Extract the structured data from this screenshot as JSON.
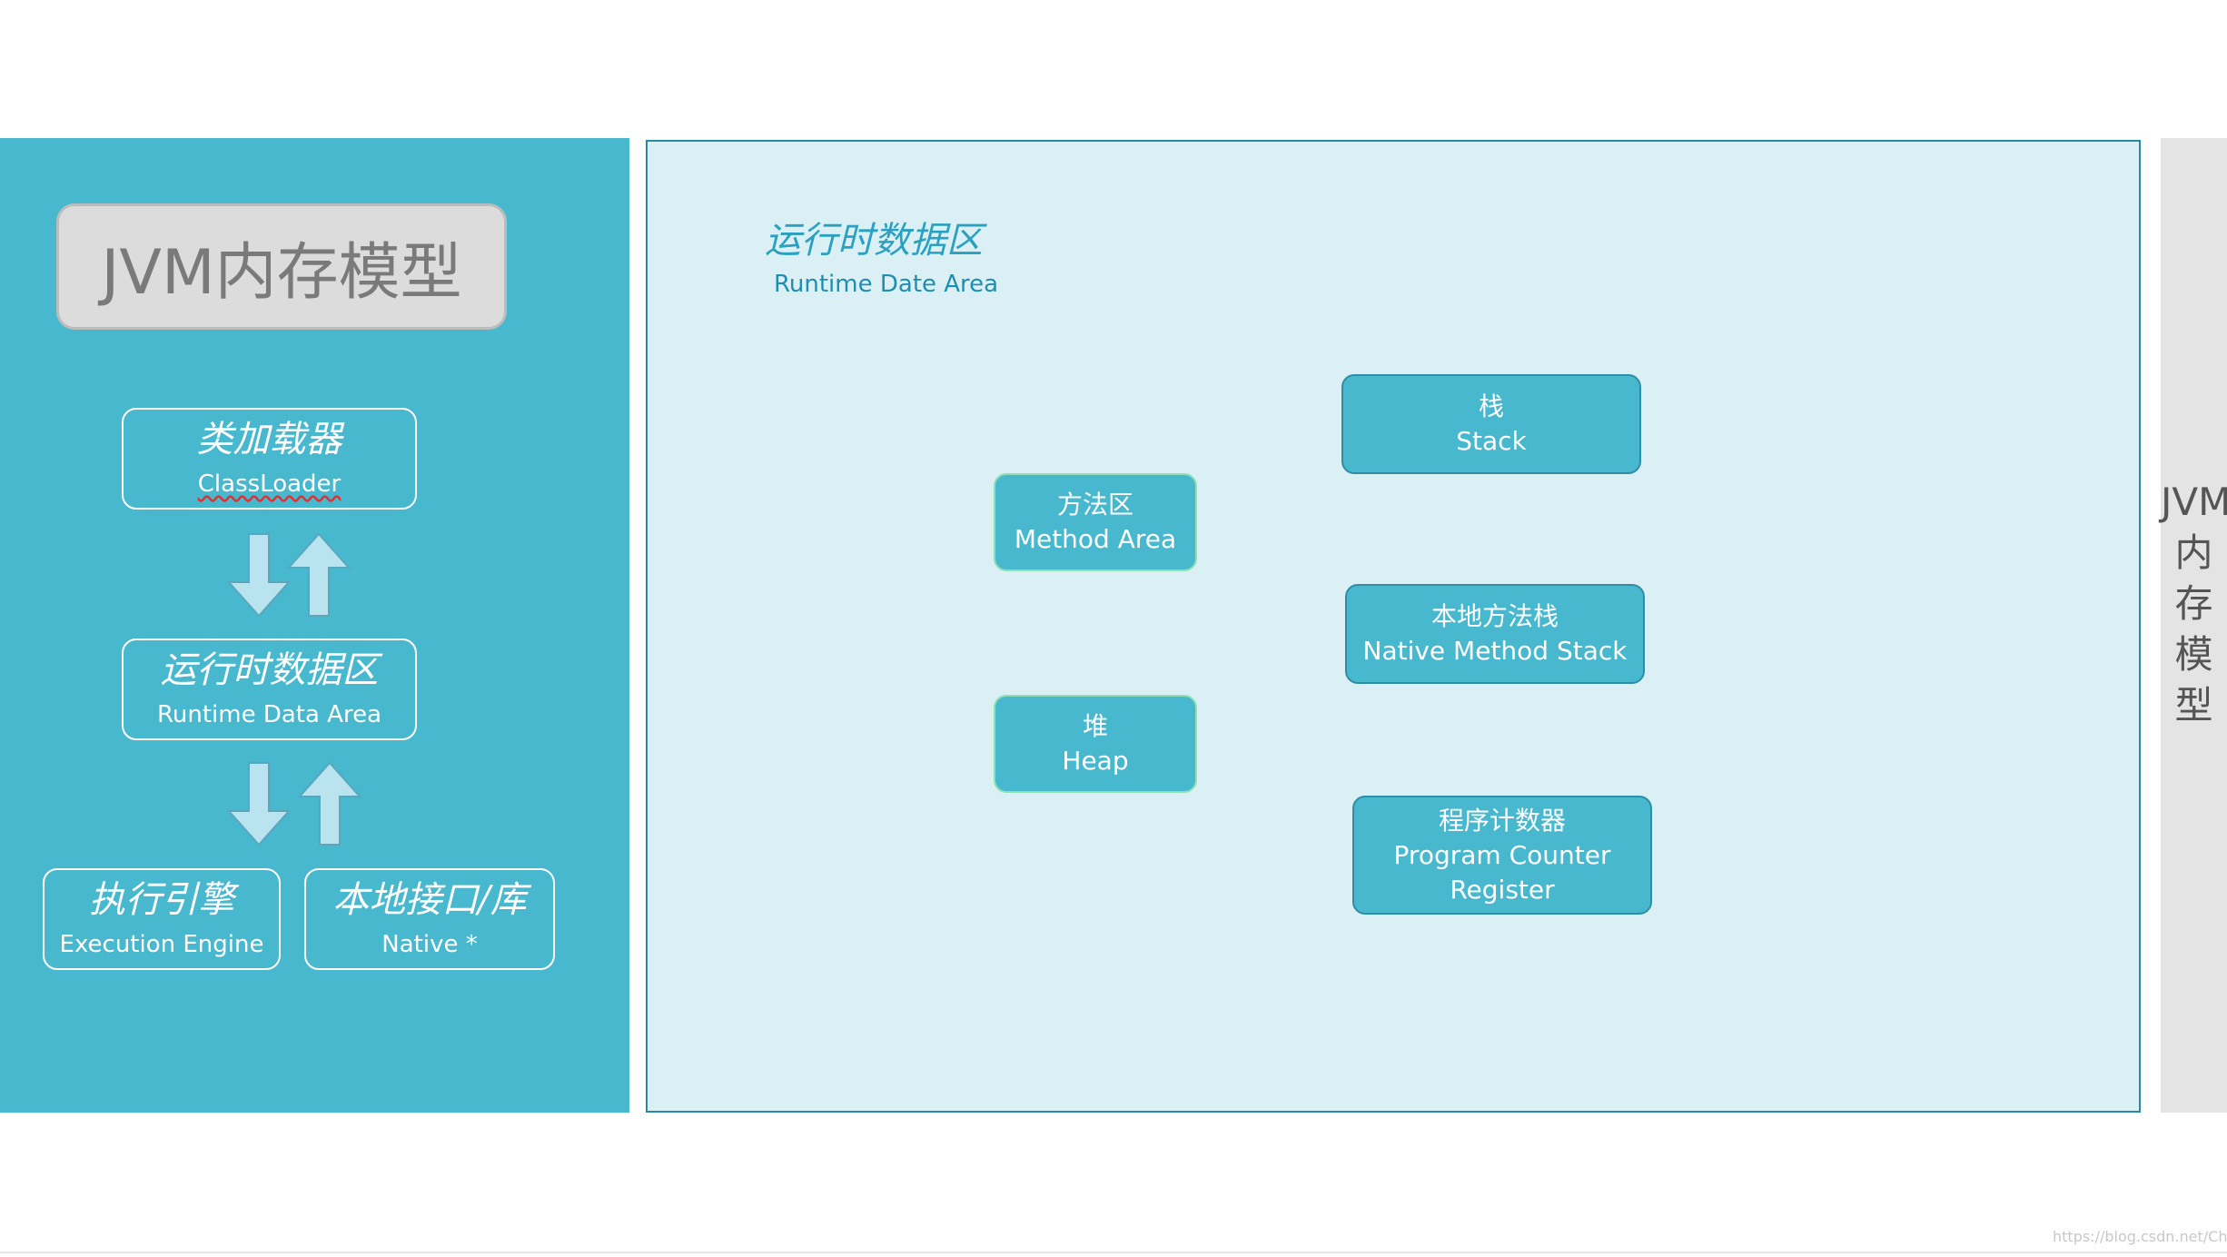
{
  "left_panel": {
    "title": "JVM内存模型",
    "classloader": {
      "cn": "类加载器",
      "en": "ClassLoader"
    },
    "runtime": {
      "cn": "运行时数据区",
      "en": "Runtime Data Area"
    },
    "engine": {
      "cn": "执行引擎",
      "en": "Execution Engine"
    },
    "native": {
      "cn": "本地接口/库",
      "en": "Native *"
    }
  },
  "runtime_area": {
    "title_cn": "运行时数据区",
    "title_en": "Runtime Date Area",
    "nodes": [
      {
        "cn": "栈",
        "en": "Stack"
      },
      {
        "cn": "方法区",
        "en": "Method Area"
      },
      {
        "cn": "本地方法栈",
        "en": "Native Method Stack"
      },
      {
        "cn": "堆",
        "en": "Heap"
      },
      {
        "cn": "程序计数器",
        "en": "Program Counter",
        "en2": "Register"
      }
    ]
  },
  "right_strip": {
    "lines": [
      "JVM",
      "内",
      "存",
      "模",
      "型"
    ]
  },
  "watermark": "https://blog.csdn.net/Che_c",
  "colors": {
    "panel": "#48b8cf",
    "area_bg": "#daf0f5",
    "node_border": "#2f8ea6",
    "arrow": "#b9e4ef"
  }
}
